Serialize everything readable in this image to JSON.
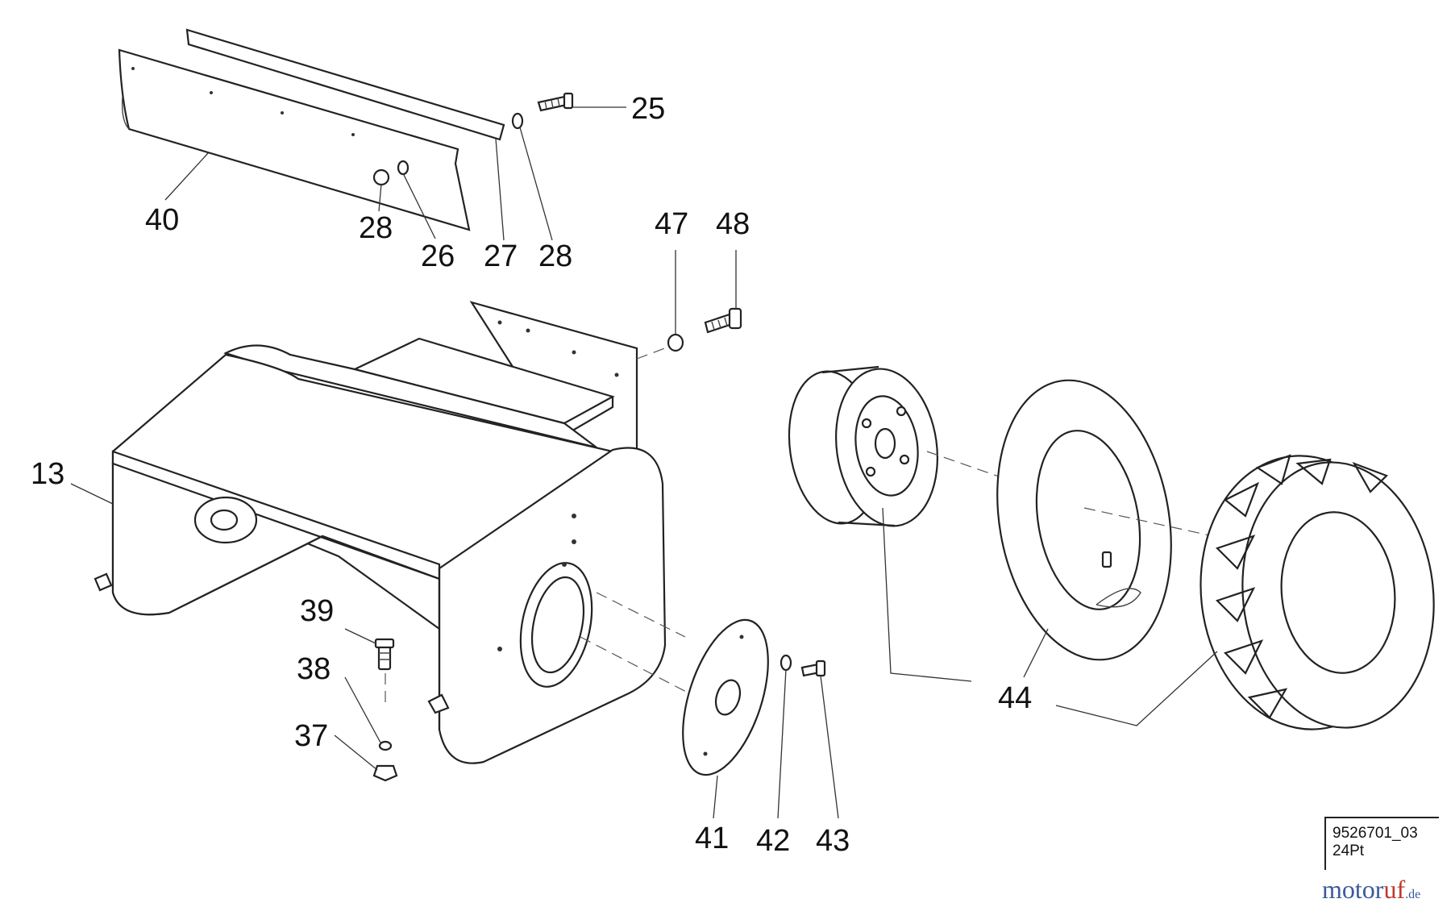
{
  "diagram": {
    "part_labels": {
      "p13": "13",
      "p25": "25",
      "p26": "26",
      "p27": "27",
      "p28a": "28",
      "p28b": "28",
      "p37": "37",
      "p38": "38",
      "p39": "39",
      "p40": "40",
      "p41": "41",
      "p42": "42",
      "p43": "43",
      "p44": "44",
      "p47": "47",
      "p48": "48"
    },
    "reference": {
      "code": "9526701_03",
      "variant": "24Pt"
    }
  },
  "watermark": {
    "brand_main": "motor",
    "brand_accent": "uf",
    "brand_tld": ".de",
    "colors": {
      "main": "#3a5a9a",
      "accent": "#c0392b"
    }
  }
}
